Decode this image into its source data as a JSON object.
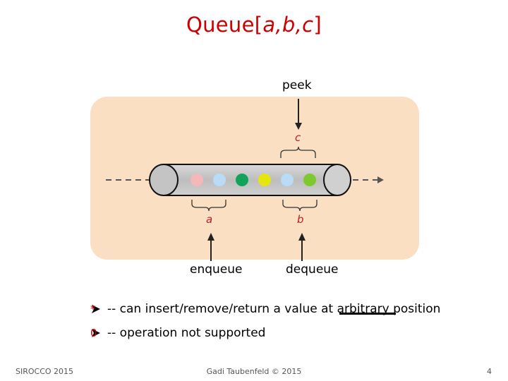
{
  "title": {
    "prefix": "Queue[",
    "args": "a,b,c",
    "suffix": "]"
  },
  "diagram": {
    "peek_label": "peek",
    "enqueue_label": "enqueue",
    "dequeue_label": "dequeue",
    "var_c": "c",
    "var_a": "a",
    "var_b": "b",
    "ball_colors": [
      "#f4b8b8",
      "#b9dbf5",
      "#12a35a",
      "#e6e60f",
      "#b9dbf5",
      "#7ec92e"
    ],
    "panel_color": "#fbdfc3",
    "tube_color": "#c8c8c8"
  },
  "bullets": [
    {
      "symbol": "*",
      "text_pre": "-- can insert/remove/return  a value at ",
      "underlined": "arbitrary",
      "text_post": " position"
    },
    {
      "symbol": "0",
      "text_pre": "-- operation not supported",
      "underlined": "",
      "text_post": ""
    }
  ],
  "footer": {
    "left": "SIROCCO 2015",
    "center": "Gadi Taubenfeld © 2015",
    "page": "4"
  }
}
